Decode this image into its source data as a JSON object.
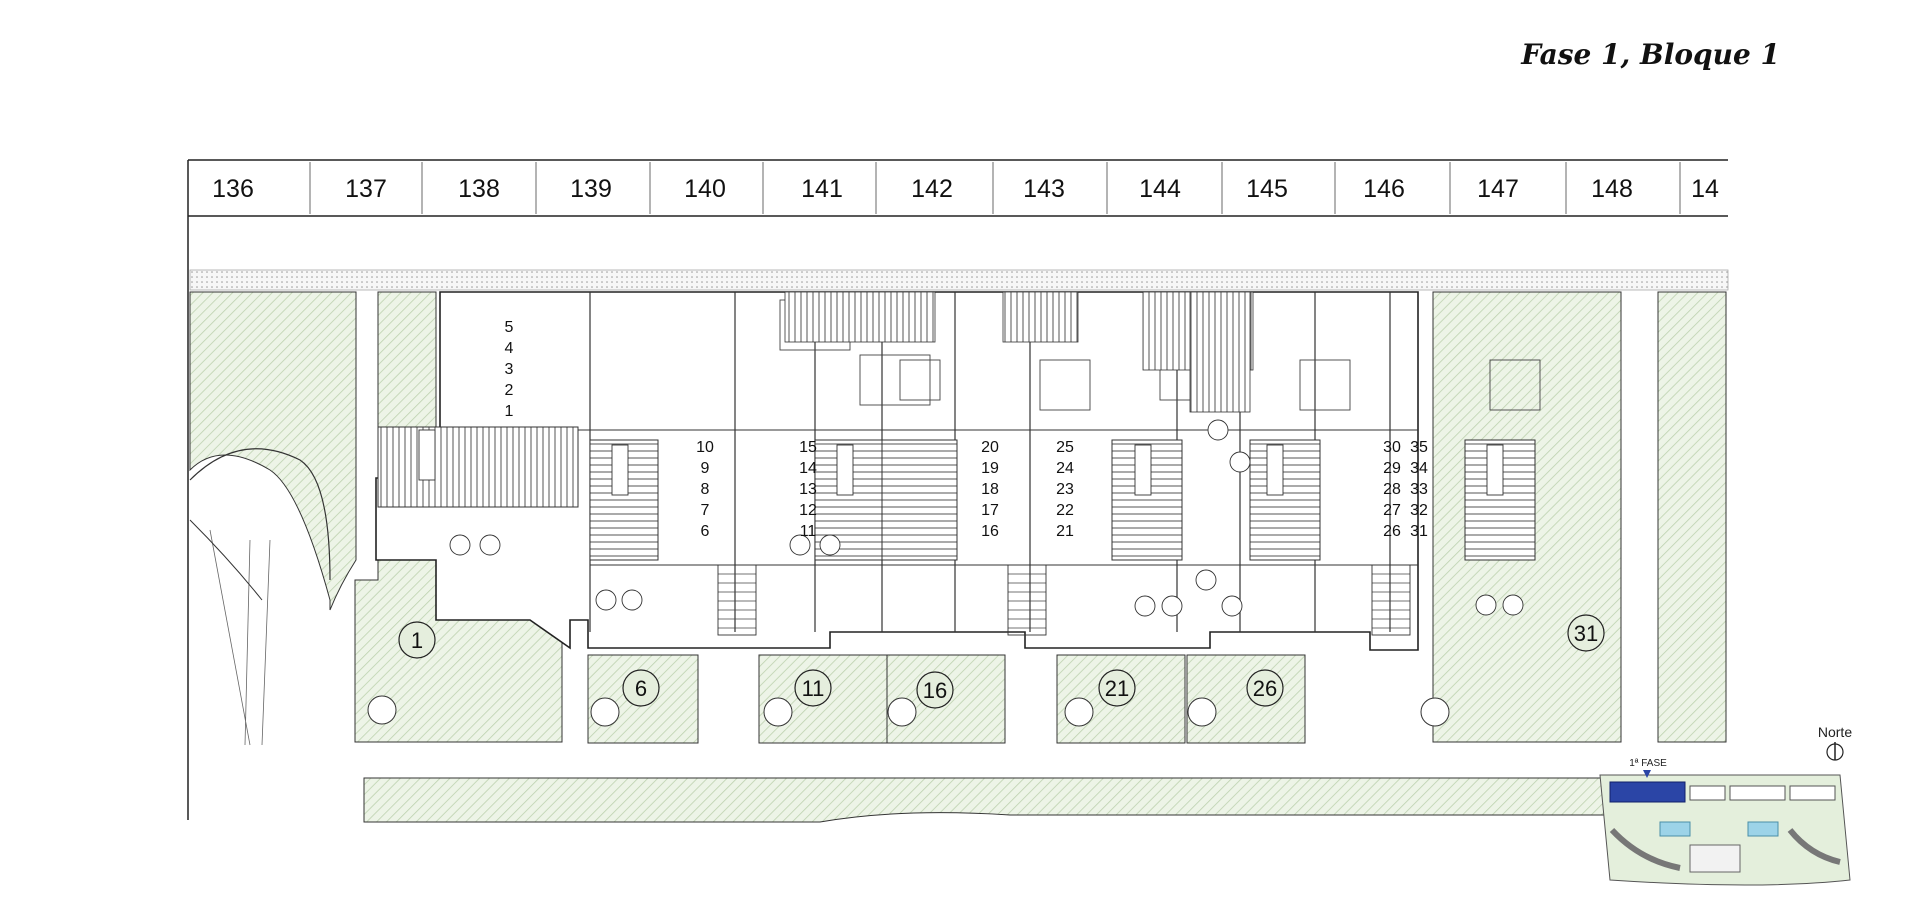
{
  "title": "Fase 1, Bloque 1",
  "parking_numbers": [
    "136",
    "137",
    "138",
    "139",
    "140",
    "141",
    "142",
    "143",
    "144",
    "145",
    "146",
    "147",
    "148",
    "14"
  ],
  "stair_groups": [
    [
      "5",
      "4",
      "3",
      "2",
      "1"
    ],
    [
      "10",
      "9",
      "8",
      "7",
      "6"
    ],
    [
      "15",
      "14",
      "13",
      "12",
      "11"
    ],
    [
      "20",
      "19",
      "18",
      "17",
      "16"
    ],
    [
      "25",
      "24",
      "23",
      "22",
      "21"
    ],
    [
      "30",
      "29",
      "28",
      "27",
      "26"
    ],
    [
      "35",
      "34",
      "33",
      "32",
      "31"
    ]
  ],
  "unit_numbers": [
    "1",
    "6",
    "11",
    "16",
    "21",
    "26",
    "31"
  ],
  "north_label": "Norte",
  "inset_label": "1ª FASE",
  "colors": {
    "lawn": "#e9f1e2",
    "lawn_hatch": "#b9cfab",
    "lines": "#2a2a2a",
    "highlight": "#2b45a6"
  }
}
